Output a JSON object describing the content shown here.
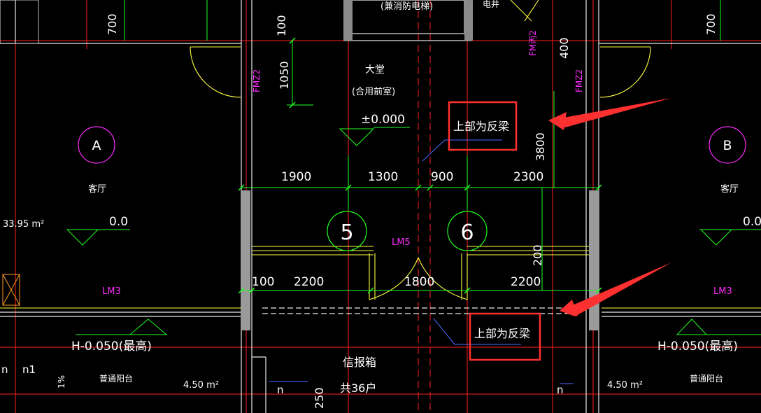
{
  "labels": {
    "lobby": "大堂",
    "lobby_sub": "(合用前室)",
    "elevator": "(兼消防电梯)",
    "shaft": "电井",
    "level_lobby": "±0.000",
    "living_left": "客厅",
    "living_right": "客厅",
    "level_left": "0.0",
    "level_right": "0.0",
    "area_left": "33.95 m²",
    "balcony_level_left": "H-0.050(最高)",
    "balcony_level_right": "H-0.050(最高)",
    "balcony_left": "普通阳台",
    "balcony_right": "普通阳台",
    "area_balcony_left": "4.50 m²",
    "area_balcony_right": "4.50 m²",
    "mailbox": "信报箱",
    "households": "共36户",
    "slope": "1%",
    "n_left": "n",
    "n1_left": "n1",
    "n_mid": "n",
    "n_right": "n"
  },
  "magenta_labels": {
    "fmz2_left": "FMZ2",
    "fmz2_right": "FMZ2",
    "fm_c2": "FM丙2",
    "lm3_left": "LM3",
    "lm3_right": "LM3",
    "lm5": "LM5"
  },
  "axes": {
    "a": "A",
    "b": "B",
    "five": "5",
    "six": "6"
  },
  "dimensions": {
    "d700_left": "700",
    "d700_right": "700",
    "d100_top": "100",
    "d1050": "1050",
    "d400": "400",
    "d3800": "3800",
    "d1900": "1900",
    "d1300": "1300",
    "d900": "900",
    "d2300": "2300",
    "d200": "200",
    "d100_bottom": "100",
    "d2200_left": "2200",
    "d1800": "1800",
    "d2200_right": "2200",
    "d250": "250"
  },
  "annotations": {
    "callout_top": "上部为反梁",
    "callout_bottom": "上部为反梁"
  },
  "colors": {
    "background": "#000000",
    "wall": "#ffffff",
    "axis_line": "#ff2020",
    "dimension": "#20ff20",
    "door_arc": "#ffff40",
    "tag": "#ff2cff",
    "callout_box": "#ff3030",
    "callout_arrow": "#ff3030"
  }
}
